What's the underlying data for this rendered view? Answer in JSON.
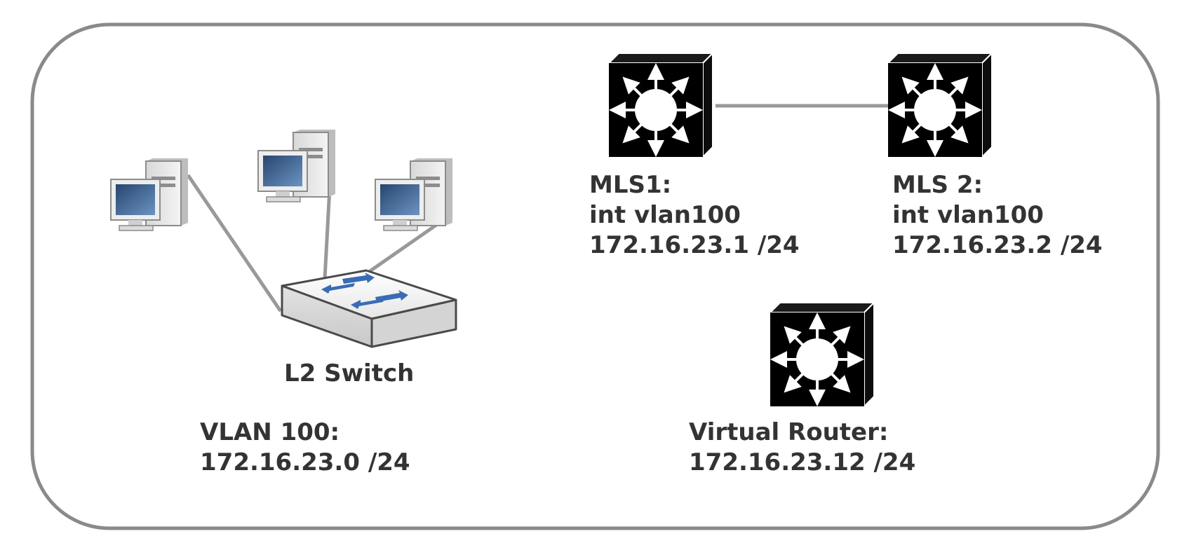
{
  "diagram": {
    "colors": {
      "border": "#8a8a8a",
      "link": "#999999",
      "router_body": "#000000",
      "router_arrows": "#ffffff",
      "label_text": "#333333",
      "switch_body": "#f2f2f2",
      "switch_arrows": "#3a6cb4",
      "pc_screen": "#3f6a9e"
    },
    "nodes": {
      "pc1": {
        "icon": "desktop-pc-icon"
      },
      "pc2": {
        "icon": "desktop-pc-icon"
      },
      "pc3": {
        "icon": "desktop-pc-icon"
      },
      "l2_switch": {
        "icon": "l2-switch-icon",
        "label": "L2 Switch"
      },
      "mls1": {
        "icon": "multilayer-switch-icon",
        "label_lines": [
          "MLS1:",
          "int vlan100",
          "172.16.23.1 /24"
        ]
      },
      "mls2": {
        "icon": "multilayer-switch-icon",
        "label_lines": [
          "MLS 2:",
          "int vlan100",
          "172.16.23.2 /24"
        ]
      },
      "virtual_router": {
        "icon": "multilayer-switch-icon",
        "label_lines": [
          "Virtual Router:",
          "172.16.23.12 /24"
        ]
      }
    },
    "vlan_info": {
      "lines": [
        "VLAN 100:",
        "172.16.23.0 /24"
      ]
    }
  }
}
